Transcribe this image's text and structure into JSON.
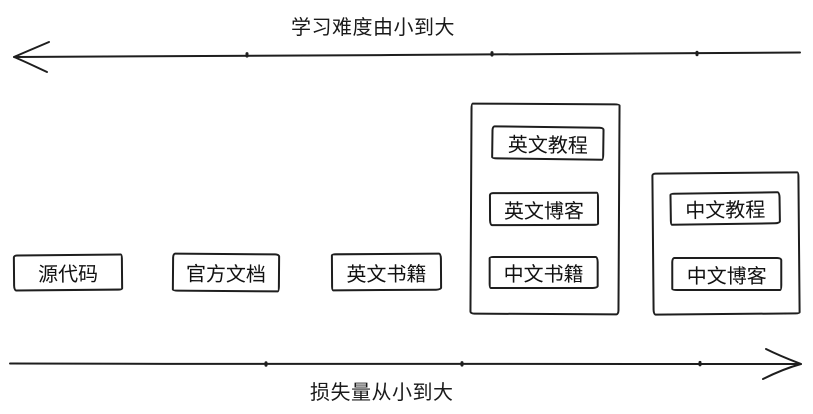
{
  "diagram": {
    "top_axis": {
      "label": "学习难度由小到大",
      "direction": "left"
    },
    "bottom_axis": {
      "label": "损失量从小到大",
      "direction": "right"
    },
    "standalone_boxes": [
      {
        "label": "源代码"
      },
      {
        "label": "官方文档"
      },
      {
        "label": "英文书籍"
      }
    ],
    "groups": [
      {
        "items": [
          {
            "label": "英文教程"
          },
          {
            "label": "英文博客"
          },
          {
            "label": "中文书籍"
          }
        ]
      },
      {
        "items": [
          {
            "label": "中文教程"
          },
          {
            "label": "中文博客"
          }
        ]
      }
    ],
    "colors": {
      "stroke": "#1e1e1e",
      "background": "#ffffff",
      "text": "#1a1a1a"
    }
  }
}
